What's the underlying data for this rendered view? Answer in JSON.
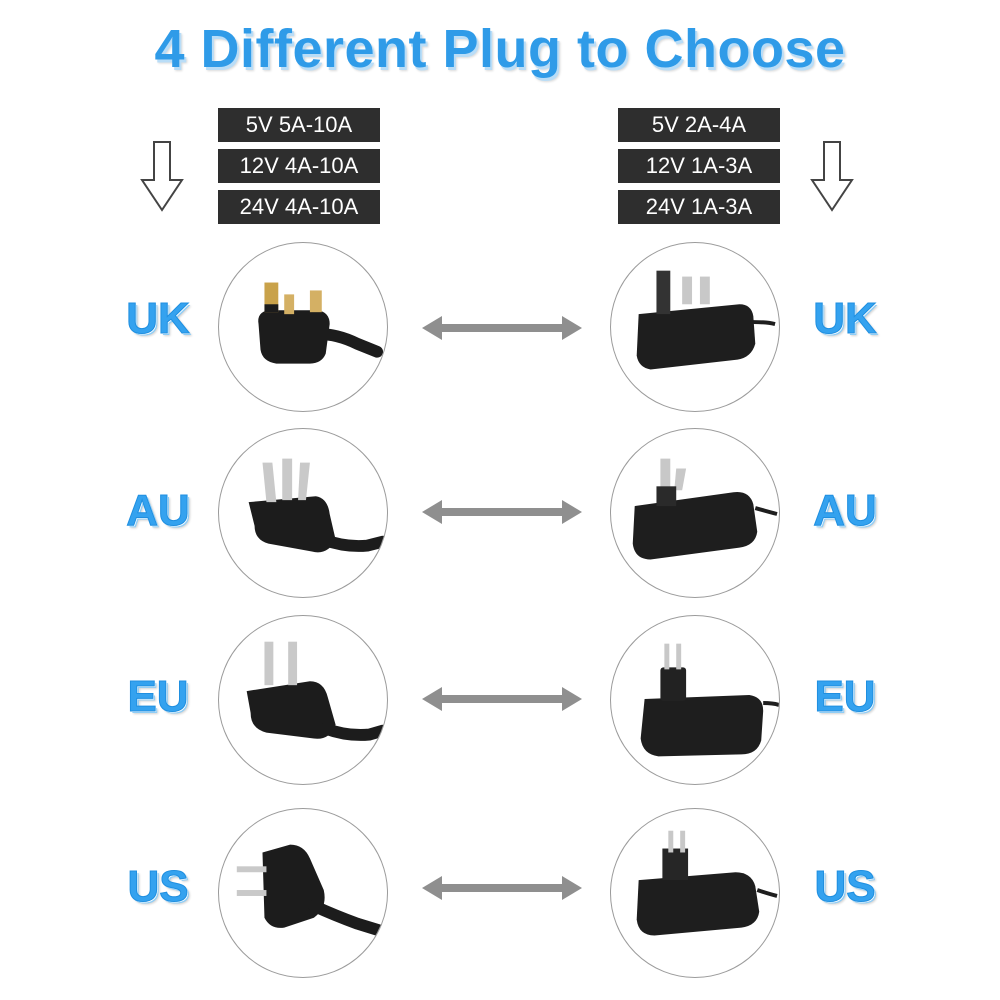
{
  "title": "4 Different Plug to Choose",
  "specs": {
    "left": [
      "5V 5A-10A",
      "12V 4A-10A",
      "24V 4A-10A"
    ],
    "right": [
      "5V 2A-4A",
      "12V 1A-3A",
      "24V 1A-3A"
    ]
  },
  "rows": [
    {
      "label_left": "UK",
      "label_right": "UK",
      "left_image": "uk-plug-cord-icon",
      "right_image": "uk-wall-adapter-icon"
    },
    {
      "label_left": "AU",
      "label_right": "AU",
      "left_image": "au-plug-cord-icon",
      "right_image": "au-wall-adapter-icon"
    },
    {
      "label_left": "EU",
      "label_right": "EU",
      "left_image": "eu-plug-cord-icon",
      "right_image": "eu-wall-adapter-icon"
    },
    {
      "label_left": "US",
      "label_right": "US",
      "left_image": "us-plug-cord-icon",
      "right_image": "us-wall-adapter-icon"
    }
  ],
  "colors": {
    "title": "#2f9be8",
    "region_label": "#34a2ef",
    "spec_box": "#2e2e2e",
    "arrow": "#8f8f8f",
    "plug": "#1c1c1c"
  }
}
